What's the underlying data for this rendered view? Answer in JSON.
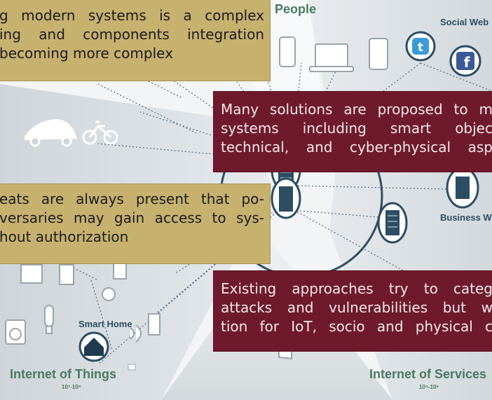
{
  "labels": {
    "people": "People",
    "social_web": "Social Web",
    "business_web": "Business Web",
    "smart_home": "Smart Home",
    "internet_of_things": "Internet of Things",
    "internet_of_things_scale": "10⁷-10⁹",
    "internet_of_services": "Internet of Services",
    "internet_of_services_scale": "10⁴-10⁶"
  },
  "callouts": {
    "top_left": {
      "lines": [
        "g modern systems is a complex",
        "ing and components integration",
        "becoming more complex"
      ]
    },
    "middle_left": {
      "lines": [
        "eats are always present that po-",
        "versaries may gain access to sys-",
        "hout authorization"
      ]
    },
    "top_right": {
      "lines": [
        "Many solutions are proposed to m",
        "systems including smart objec",
        "technical, and cyber-physical asp"
      ]
    },
    "bottom_right": {
      "lines": [
        "Existing approaches try to categ",
        "attacks and vulnerabilities but w",
        "tion for IoT, socio and physical c"
      ]
    }
  },
  "icons": [
    "twitter-icon",
    "facebook-icon",
    "smartphone-icon",
    "laptop-icon",
    "tablet-icon",
    "bicycle-icon",
    "car-icon",
    "server-icon",
    "house-icon",
    "washing-machine-icon",
    "light-bulb-icon",
    "door-icon"
  ],
  "colors": {
    "callout_tan": "#c7b16f",
    "callout_maroon": "#6f1a2c",
    "label_green": "#4a7a61",
    "label_dark": "#2a4f63"
  }
}
